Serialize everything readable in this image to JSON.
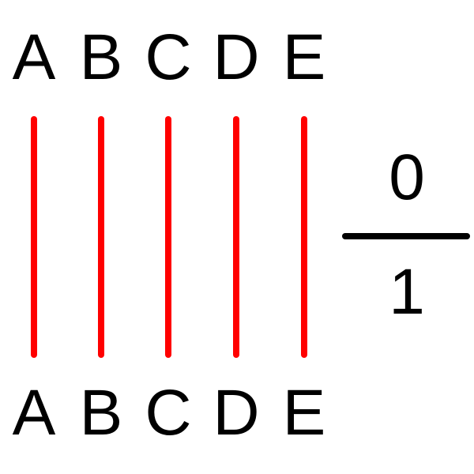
{
  "top_labels": [
    "A",
    "B",
    "C",
    "D",
    "E"
  ],
  "bottom_labels": [
    "A",
    "B",
    "C",
    "D",
    "E"
  ],
  "fraction": {
    "numerator": "0",
    "denominator": "1"
  },
  "colors": {
    "line": "#ff0000",
    "text": "#000000",
    "fraction_bar": "#000000"
  }
}
